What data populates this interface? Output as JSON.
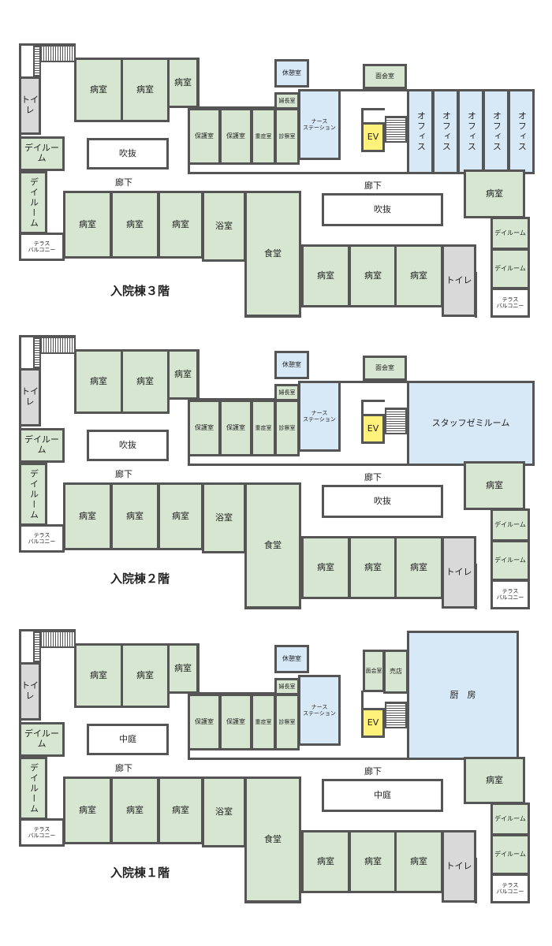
{
  "rooms": {
    "toilet": "トイレ",
    "ward": "病室",
    "atrium": "吹抜",
    "courtyard": "中庭",
    "dayroom": "デイルーム",
    "dayroom_v": "デイルーム",
    "terrace": "テラス\nバルコニー",
    "corridor": "廊下",
    "bath": "浴室",
    "dining": "食堂",
    "childcare": "保護室",
    "icu": "重症室",
    "exam": "診察室",
    "head_nurse": "婦長室",
    "lounge": "休憩室",
    "nurse_station": "ナース\nステーション",
    "ev": "EV",
    "meeting": "面会室",
    "office": "オフィス",
    "staff_seminar": "スタッフゼミルーム",
    "kiosk": "売店",
    "kitchen": "厨　房"
  },
  "floors": [
    {
      "id": "3f",
      "title": "入院棟３階"
    },
    {
      "id": "2f",
      "title": "入院棟２階"
    },
    {
      "id": "1f",
      "title": "入院棟１階"
    }
  ]
}
